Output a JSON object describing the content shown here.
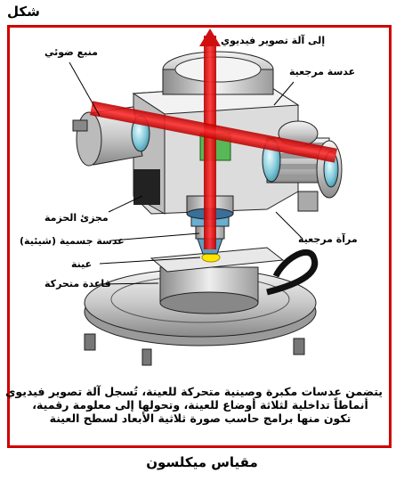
{
  "header": {
    "figure_label": "شكل"
  },
  "labels": {
    "to_video_camera": "إلى آلة تصوير فيديوي",
    "light_source": "منبع ضوئي",
    "reference_lens": "عدسة مرجعية",
    "beam_splitter": "مجزئ الحزمة",
    "objective_lens": "عدسة جسمية (شيئية)",
    "reference_mirror": "مرآة مرجعية",
    "sample": "عينة",
    "moving_stage": "قاعدة متحركة"
  },
  "caption": {
    "lines": [
      "يتضمن عدسات مكبرة وصينية متحركة للعينة، تُسجل آلة تصوير فيديوي",
      "أنماطاً تداخلية لثلاثة أوضاع للعينة، وتحولها إلى معلومة رقمية،",
      "تكون منها برامج حاسب صورة ثلاثية الأبعاد لسطح العينة"
    ]
  },
  "footer": {
    "title": "مقياس ميكلسون"
  },
  "colors": {
    "frame": "#d00000",
    "beam": "#e01010",
    "glass": "#7fc7d8",
    "sample": "#ffe600"
  }
}
